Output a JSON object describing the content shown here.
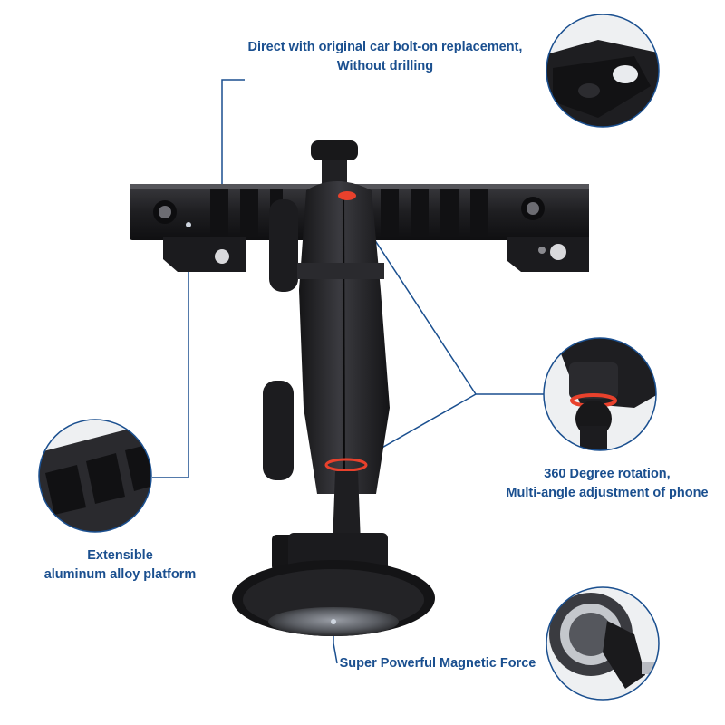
{
  "callouts": {
    "bolt_on": {
      "line1": "Direct with original car bolt-on replacement,",
      "line2": "Without drilling"
    },
    "platform": {
      "line1": "Extensible",
      "line2": "aluminum alloy platform"
    },
    "rotation": {
      "line1": "360 Degree rotation,",
      "line2": "Multi-angle adjustment of phone"
    },
    "magnet": {
      "line1": "Super Powerful Magnetic Force"
    }
  },
  "colors": {
    "accent": "#1a4f8f",
    "product": "#1c1c1e",
    "ring": "#e8412c"
  },
  "icons": [
    "bracket-detail-icon",
    "rail-detail-icon",
    "ball-joint-detail-icon",
    "magnetic-ring-detail-icon"
  ]
}
